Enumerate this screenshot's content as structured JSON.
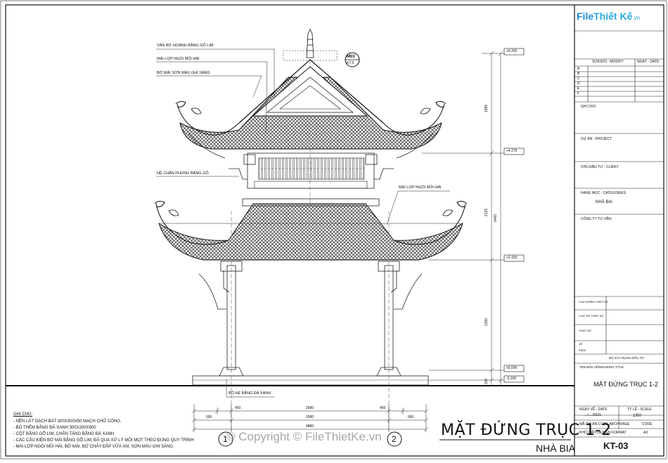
{
  "drawing": {
    "title": "MẶT ĐỨNG TRỤC 1-2",
    "subtitle": "NHÀ BIA",
    "axis_markers": [
      "1",
      "2"
    ],
    "section_tag": {
      "top": "M03",
      "bottom": "KT-5"
    },
    "callouts": [
      "VÁN BỊT HOÀNH BẰNG GỖ LIM",
      "MÁI LỢP NGÓI MŨI HÀI",
      "BỜ MÁI SƠN MÀU GHI SÁNG",
      "HỆ CHẤN PHONG BẰNG GỖ",
      "MÁI LỢP NGÓI MŨI HÀI",
      "BÓ HÈ BẰNG ĐÁ XANH"
    ],
    "levels": [
      "+6.260",
      "+4.275",
      "+2.150",
      "±0.000",
      "-0.200"
    ],
    "vertical_dims": [
      "1985",
      "2125",
      "2150",
      "200",
      "6460"
    ],
    "horizontal_dims": {
      "row1": [
        "450",
        "2680",
        "450"
      ],
      "row2": [
        "650",
        "3580",
        "650"
      ],
      "total": "4880"
    }
  },
  "notes": {
    "heading": "GHI CHÚ:",
    "items": [
      "- NỀN LÁT GẠCH BÁT 300X300X50 MẠCH CHỮ CÔNG.",
      "- BÓ THỀM BẰNG ĐÁ XANH 300X200X900",
      "- CỘT BẰNG GỖ LIM, CHÂN TẢNG BẰNG ĐÁ XANH",
      "- CÁC CẤU KIỆN BỜ MÁI BẰNG GỖ LIM, ĐÃ QUA XỬ LÝ MỐI MỌT THEO ĐÚNG QUY TRÌNH",
      "- MÁI LỢP NGÓI MŨI HÀI, BỜ MÁI, BỜ CHẢY ĐẮP VỮA XM, SƠN MÀU GHI SÁNG"
    ]
  },
  "title_block": {
    "logo_part1": "File",
    "logo_part2": "Thiết Kế",
    "logo_part3": ".vn",
    "revision_header": [
      "SỬA ĐỔI - MODIFY",
      "NGÀY - DATE"
    ],
    "revision_rows": [
      "A",
      "B",
      "C",
      "D",
      "E",
      "F"
    ],
    "ghi_chu": "GHI CHÚ",
    "project": "DỰ ÁN - PROJECT",
    "client": "CHỦ ĐẦU TƯ - CLIENT",
    "category_label": "HẠNG MỤC - CATEGORIES",
    "category_value": "NHÀ BIA",
    "contractor": "CÔNG TY TƯ VẤN:",
    "sign_labels": [
      "CHỦ NHIỆM THIẾT KẾ",
      "CHỦ TRÌ THIẾT KẾ",
      "THIẾT KẾ",
      "VẼ",
      "KIỂM"
    ],
    "company": "BỘ XÂY DỰNG ĐẦU TƯ",
    "drawing_name_label": "TÊN BẢN VẼ/DRAWING TITLE",
    "drawing_name": "MẶT ĐỨNG TRỤC 1-2",
    "date_label": "NGÀY VẼ - DATE",
    "date_value": "..../..../2021",
    "scale_label": "TỶ LỆ - SCALE",
    "scale_value": "1/50",
    "code_label": "MÃ DỰ ÁN-CODE ARCHIVAGE",
    "code_short": "CODE:",
    "sheet_label": "KHỔ GIẤY-DESIGN FORMAT",
    "sheet_value": "A3",
    "sheet_code": "KT-03"
  },
  "watermark": "© Copyright © FileThietKe.vn"
}
